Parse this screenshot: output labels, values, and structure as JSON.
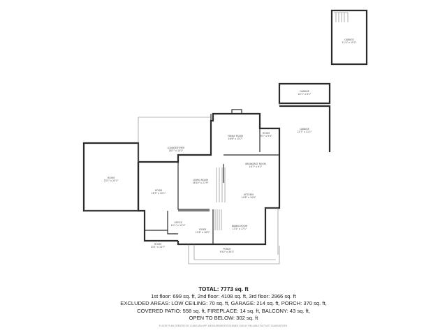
{
  "rooms": [
    {
      "id": "garage_top",
      "name": "GARAGE",
      "dims": "11'4\" x 15'2\""
    },
    {
      "id": "garage_upper",
      "name": "GARAGE",
      "dims": "22'1\" x 6'1\""
    },
    {
      "id": "garage_main",
      "name": "GARAGE",
      "dims": "21'7\" x 21'1\""
    },
    {
      "id": "family",
      "name": "FAMILY ROOM",
      "dims": "16'6\" x 15'7\""
    },
    {
      "id": "room_small",
      "name": "ROOM",
      "dims": "9'2\" x 9'4\""
    },
    {
      "id": "loft",
      "name": "LOUNGE/FOYER",
      "dims": "18'7\" x 10'2\""
    },
    {
      "id": "room_left",
      "name": "ROOM",
      "dims": "23'2\" x 24'1\""
    },
    {
      "id": "living",
      "name": "LIVING ROOM",
      "dims": "18'10\" x 21'9\""
    },
    {
      "id": "breakfast",
      "name": "BREAKFAST ROOM",
      "dims": "16'7\" x 9'1\""
    },
    {
      "id": "room_mid",
      "name": "ROOM",
      "dims": "16'3\" x 20'1\""
    },
    {
      "id": "kitchen",
      "name": "KITCHEN",
      "dims": "14'6\" x 10'6\""
    },
    {
      "id": "office",
      "name": "OFFICE",
      "dims": "10'1\" x 12'4\""
    },
    {
      "id": "foyer",
      "name": "FOYER",
      "dims": "11'8\" x 16'2\""
    },
    {
      "id": "dining",
      "name": "DINING ROOM",
      "dims": "13'1\" x 17'1\""
    },
    {
      "id": "room_bottom",
      "name": "ROOM",
      "dims": "10'1\" x 14'7\""
    },
    {
      "id": "porch",
      "name": "PORCH",
      "dims": "9'10\" x 30'1\""
    }
  ],
  "summary": {
    "total": "TOTAL: 7773 sq. ft",
    "lines": [
      "1st floor: 699 sq. ft, 2nd floor: 4108 sq. ft, 3rd floor: 2966 sq. ft",
      "EXCLUDED AREAS: LOW CEILING: 70 sq. ft, GARAGE: 214 sq. ft, PORCH: 370 sq. ft,",
      "COVERED PATIO: 558 sq. ft, FIREPLACE: 14 sq. ft, BALCONY: 43 sq. ft,",
      "OPEN TO BELOW: 302 sq. ft"
    ],
    "footer": "FLOOR PLAN CREATED BY CUBICASA APP. MEASUREMENTS DEEMED HIGHLY RELIABLE BUT NOT GUARANTEED."
  },
  "colors": {
    "wall": "#2b2b2b",
    "thin": "#777777",
    "text": "#444444"
  }
}
